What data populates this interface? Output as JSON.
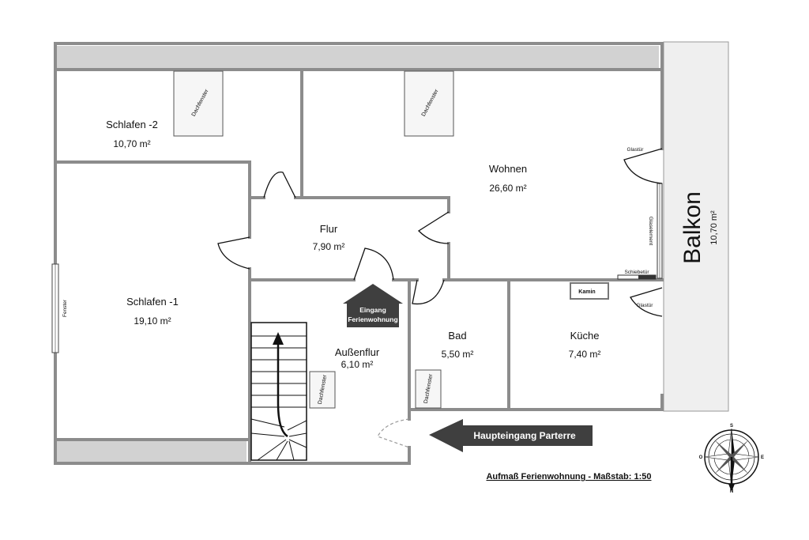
{
  "rooms": {
    "schlafen2": {
      "name": "Schlafen -2",
      "area": "10,70 m²"
    },
    "wohnen": {
      "name": "Wohnen",
      "area": "26,60 m²"
    },
    "flur": {
      "name": "Flur",
      "area": "7,90 m²"
    },
    "schlafen1": {
      "name": "Schlafen -1",
      "area": "19,10 m²"
    },
    "aussenflur": {
      "name": "Außenflur",
      "area": "6,10 m²"
    },
    "bad": {
      "name": "Bad",
      "area": "5,50 m²"
    },
    "kueche": {
      "name": "Küche",
      "area": "7,40 m²"
    }
  },
  "balkon": {
    "name": "Balkon",
    "area": "10,70 m²"
  },
  "labels": {
    "dachfenster": "Dachfenster",
    "glastuer": "Glastür",
    "glaselement": "Glaselement",
    "schiebetuer": "Schiebetür",
    "kamin": "Kamin",
    "fenster": "Fenster"
  },
  "arrows": {
    "eingang_line1": "Eingang",
    "eingang_line2": "Ferienwohnung",
    "haupteingang": "Haupteingang Parterre"
  },
  "caption": "Aufmaß Ferienwohnung  -  Maßstab:  1:50",
  "compass": {
    "north": "N",
    "south": "S",
    "east": "E",
    "west": "O"
  },
  "colors": {
    "wall": "#8c8c8c",
    "band": "#d2d2d2",
    "arrow": "#3f3f3f",
    "balkon": "#efefef"
  }
}
